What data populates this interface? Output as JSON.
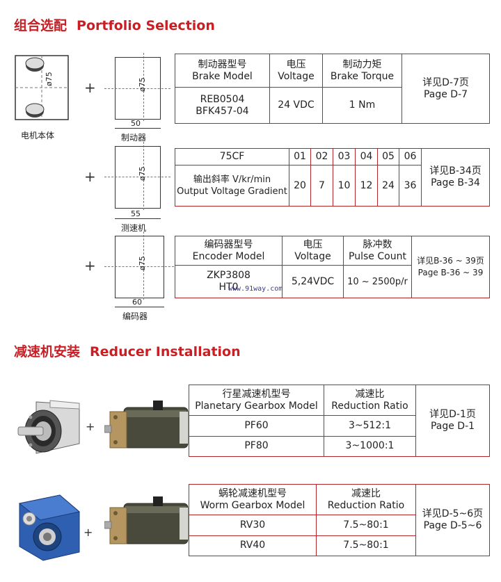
{
  "portfolio": {
    "title_cn": "组合选配",
    "title_en": "Portfolio Selection",
    "motor_label": "电机本体",
    "motor_dim": "ø75",
    "brake": {
      "label": "制动器",
      "dim_d": "ø75",
      "dim_len": "50",
      "headers": [
        [
          "制动器型号",
          "Brake Model"
        ],
        [
          "电压",
          "Voltage"
        ],
        [
          "制动力矩",
          "Brake Torque"
        ]
      ],
      "model_lines": [
        "REB0504",
        "BFK457-04"
      ],
      "voltage": "24 VDC",
      "torque": "1 Nm",
      "ref": [
        "详见D-7页",
        "Page D-7"
      ]
    },
    "tacho": {
      "label": "测速机",
      "dim_d": "ø75",
      "dim_len": "55",
      "model": "75CF",
      "codes": [
        "01",
        "02",
        "03",
        "04",
        "05",
        "06"
      ],
      "gradient_label": [
        "输出斜率 V/kr/min",
        "Output Voltage Gradient"
      ],
      "gradients": [
        "20",
        "7",
        "10",
        "12",
        "24",
        "36"
      ],
      "ref": [
        "详见B-34页",
        "Page B-34"
      ]
    },
    "encoder": {
      "label": "编码器",
      "dim_d": "ø75",
      "dim_len": "60",
      "headers": [
        [
          "编码器型号",
          "Encoder Model"
        ],
        [
          "电压",
          "Voltage"
        ],
        [
          "脉冲数",
          "Pulse Count"
        ]
      ],
      "model_lines": [
        "ZKP3808",
        "HT0"
      ],
      "voltage": "5,24VDC",
      "pulse": "10 ~ 2500p/r",
      "ref": [
        "详见B-36 ~ 39页",
        "Page B-36 ~ 39"
      ],
      "watermark": "www.91way.com"
    }
  },
  "reducer": {
    "title_cn": "减速机安装",
    "title_en": "Reducer Installation",
    "planetary": {
      "headers": [
        [
          "行星减速机型号",
          "Planetary Gearbox Model"
        ],
        [
          "减速比",
          "Reduction Ratio"
        ]
      ],
      "rows": [
        [
          "PF60",
          "3~512:1"
        ],
        [
          "PF80",
          "3~1000:1"
        ]
      ],
      "ref": [
        "详见D-1页",
        "Page D-1"
      ]
    },
    "worm": {
      "headers": [
        [
          "蜗轮减速机型号",
          "Worm Gearbox Model"
        ],
        [
          "减速比",
          "Reduction Ratio"
        ]
      ],
      "rows": [
        [
          "RV30",
          "7.5~80:1"
        ],
        [
          "RV40",
          "7.5~80:1"
        ]
      ],
      "ref": [
        "详见D-5~6页",
        "Page D-5~6"
      ]
    }
  }
}
